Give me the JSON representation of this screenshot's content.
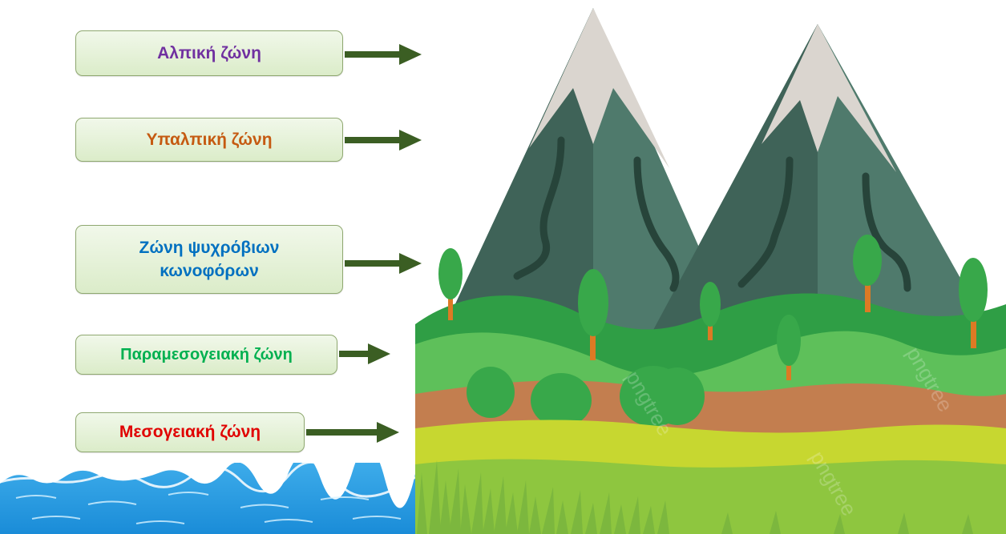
{
  "zones": [
    {
      "id": "alpine",
      "label_lines": [
        "Αλπική ζώνη"
      ],
      "color": "#7030a0"
    },
    {
      "id": "subalpine",
      "label_lines": [
        "Υπαλπική ζώνη"
      ],
      "color": "#c55a11"
    },
    {
      "id": "conifer",
      "label_lines": [
        "Ζώνη ψυχρόβιων",
        "κωνοφόρων"
      ],
      "color": "#0070c0"
    },
    {
      "id": "paramed",
      "label_lines": [
        "Παραμεσογειακή ζώνη"
      ],
      "color": "#00b050"
    },
    {
      "id": "med",
      "label_lines": [
        "Μεσογειακή ζώνη"
      ],
      "color": "#e00000"
    }
  ],
  "arrow_color": "#3b5e23",
  "watermark": "pngtree",
  "palette": {
    "snow": "#dad5cf",
    "rock_dark": "#3f6358",
    "rock_light": "#4f7a6c",
    "crack": "#27443a",
    "hill_back": "#2f9e45",
    "hill_front": "#5ec05a",
    "soil": "#c37e4f",
    "meadow_yellow": "#c7d730",
    "meadow_green": "#8ec63f",
    "grass": "#7cb73e",
    "tree_leaf": "#38a84a",
    "tree_trunk": "#dd7a24",
    "sea": "#45b3ee",
    "sea_dark": "#1a8cd8"
  }
}
